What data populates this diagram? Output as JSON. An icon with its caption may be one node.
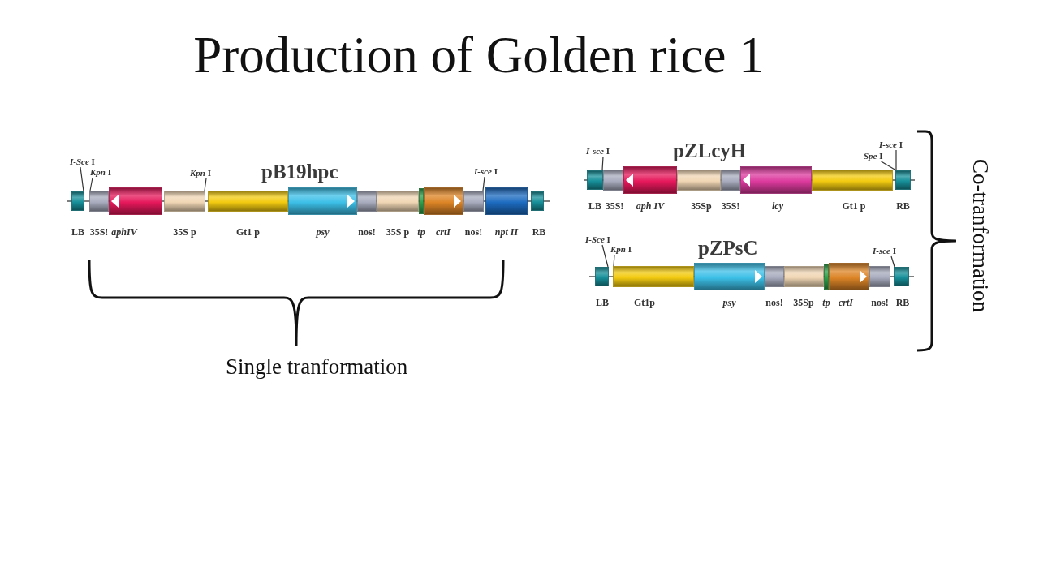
{
  "diagram": {
    "title": "Production of Golden rice 1",
    "nodes": [
      {
        "text": [
          "*I-Sce* I"
        ]
      },
      {
        "text": [
          "*Kpn* I"
        ]
      },
      {
        "text": [
          "*Kpn* I"
        ]
      },
      {
        "text": [
          "*I-sce* I"
        ]
      },
      {
        "text": [],
        "shape": "line"
      },
      {
        "text": [
          "LB"
        ]
      },
      {
        "text": [
          "35S!"
        ]
      },
      {
        "text": [
          "aphIV"
        ]
      },
      {
        "text": [
          "35S p"
        ]
      },
      {
        "text": [
          "Gt1 p"
        ]
      },
      {
        "text": [
          "psy"
        ]
      },
      {
        "text": [
          "nos!"
        ]
      },
      {
        "text": [
          "35S p"
        ]
      },
      {
        "text": [
          "tp"
        ]
      },
      {
        "text": [
          "crtI"
        ]
      },
      {
        "text": [
          "nos!"
        ]
      },
      {
        "text": [
          "npt II"
        ]
      },
      {
        "text": [
          "RB"
        ]
      },
      {
        "text": [
          "*I-sce* I"
        ]
      },
      {
        "text": [
          "*I-sce* I"
        ]
      },
      {
        "text": [
          "*Spe* I"
        ]
      },
      {
        "text": [],
        "shape": "line"
      },
      {
        "text": [
          "LB"
        ]
      },
      {
        "text": [
          "35S!"
        ]
      },
      {
        "text": [
          "aph IV"
        ]
      },
      {
        "text": [
          "35Sp"
        ]
      },
      {
        "text": [
          "35S!"
        ]
      },
      {
        "text": [
          "lcy"
        ]
      },
      {
        "text": [
          "Gt1 p"
        ]
      },
      {
        "text": [
          "RB"
        ]
      },
      {
        "text": [
          "*I-Sce* I"
        ]
      },
      {
        "text": [
          "*Kpn* I"
        ]
      },
      {
        "text": [
          "*I-sce* I"
        ]
      },
      {
        "text": [],
        "shape": "line"
      },
      {
        "text": [
          "LB"
        ]
      },
      {
        "text": [
          "Gt1p"
        ]
      },
      {
        "text": [
          "psy"
        ]
      },
      {
        "text": [
          "nos!"
        ]
      },
      {
        "text": [
          "35Sp"
        ]
      },
      {
        "text": [
          "tp"
        ]
      },
      {
        "text": [
          "crtI"
        ]
      },
      {
        "text": [
          "nos!"
        ]
      },
      {
        "text": [
          "RB"
        ]
      }
    ],
    "edges": [
      {
        "from": 0,
        "to": 5,
        "arrow": "none"
      },
      {
        "from": 1,
        "to": 6,
        "arrow": "none"
      },
      {
        "from": 2,
        "to": 8,
        "arrow": "none"
      },
      {
        "from": 3,
        "to": 15,
        "arrow": "none"
      },
      {
        "from": 18,
        "to": 22,
        "arrow": "none"
      },
      {
        "from": 19,
        "to": 29,
        "arrow": "none"
      },
      {
        "from": 20,
        "to": 29,
        "arrow": "none"
      },
      {
        "from": 30,
        "to": 34,
        "arrow": "none"
      },
      {
        "from": 31,
        "to": 35,
        "arrow": "none"
      },
      {
        "from": 32,
        "to": 42,
        "arrow": "none"
      }
    ],
    "labels": [
      "pB19hpc",
      "pZLcyH",
      "pZPsC",
      "Single tranformation",
      "Co-tranformation"
    ]
  }
}
